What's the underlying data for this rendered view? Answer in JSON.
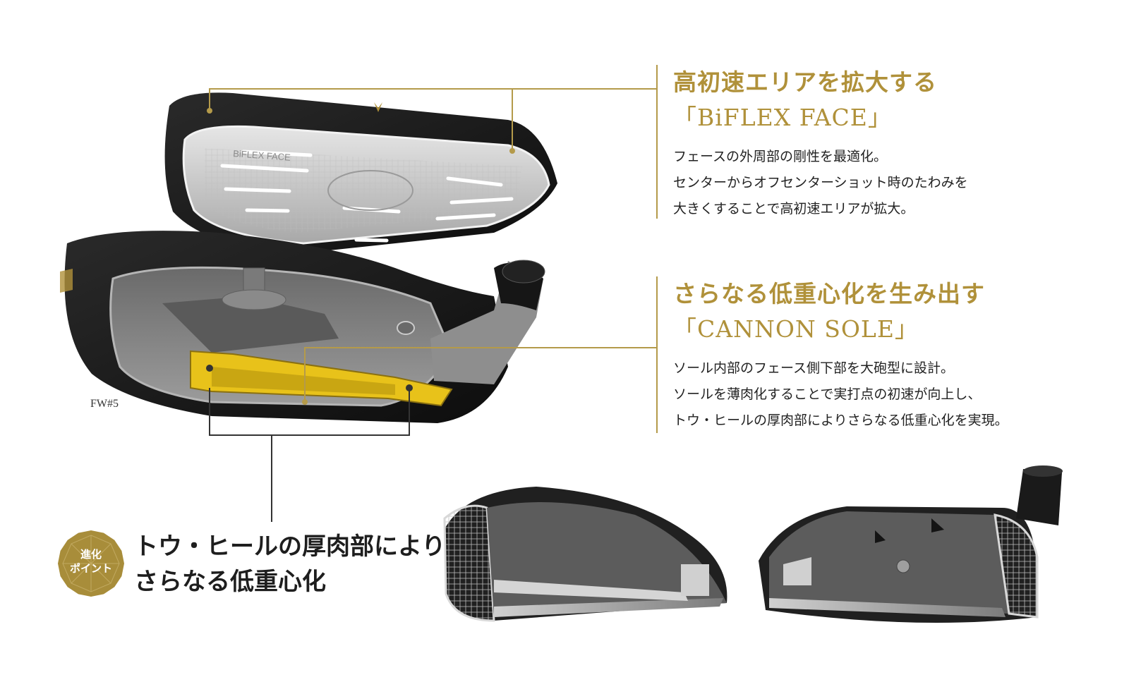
{
  "features": [
    {
      "title": "高初速エリアを拡大する",
      "subtitle": "「BiFLEX FACE」",
      "lines": [
        "フェースの外周部の剛性を最適化。",
        "センターからオフセンターショット時のたわみを",
        "大きくすることで高初速エリアが拡大。"
      ]
    },
    {
      "title": "さらなる低重心化を生み出す",
      "subtitle": "「CANNON SOLE」",
      "lines": [
        "ソール内部のフェース側下部を大砲型に設計。",
        "ソールを薄肉化することで実打点の初速が向上し、",
        "トウ・ヒールの厚肉部によりさらなる低重心化を実現。"
      ]
    }
  ],
  "model_label": "FW#5",
  "face_marking": "BiFLEX FACE",
  "badge": {
    "line1": "進化",
    "line2": "ポイント"
  },
  "headline": {
    "line1": "トウ・ヒールの厚肉部により",
    "line2": "さらなる低重心化"
  },
  "colors": {
    "gold": "#b0913a",
    "highlight_yellow": "#e8c21a",
    "body_black": "#141414",
    "metal_grey": "#8c8c8c"
  }
}
